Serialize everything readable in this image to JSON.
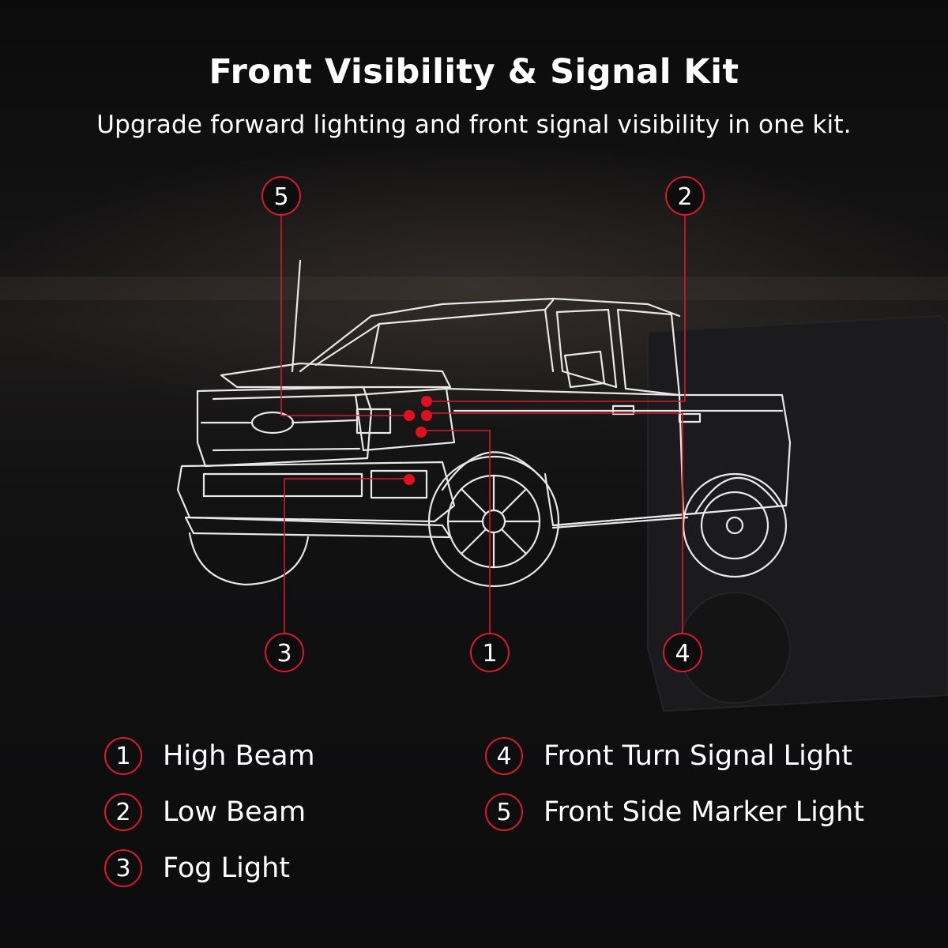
{
  "header": {
    "title": "Front Visibility & Signal Kit",
    "subtitle": "Upgrade forward lighting and front signal visibility in one kit."
  },
  "callouts": [
    {
      "number": "5",
      "name": "Front Side Marker Light"
    },
    {
      "number": "2",
      "name": "Low Beam"
    },
    {
      "number": "3",
      "name": "Fog Light"
    },
    {
      "number": "1",
      "name": "High Beam"
    },
    {
      "number": "4",
      "name": "Front Turn Signal Light"
    }
  ],
  "legend": [
    {
      "number": "1",
      "label": "High Beam"
    },
    {
      "number": "2",
      "label": "Low Beam"
    },
    {
      "number": "3",
      "label": "Fog Light"
    },
    {
      "number": "4",
      "label": "Front Turn Signal Light"
    },
    {
      "number": "5",
      "label": "Front Side Marker Light"
    }
  ],
  "colors": {
    "accent": "#d81a2a",
    "background": "#0d0d0e",
    "text": "#ffffff"
  },
  "illustration": "pickup-truck-line-drawing"
}
